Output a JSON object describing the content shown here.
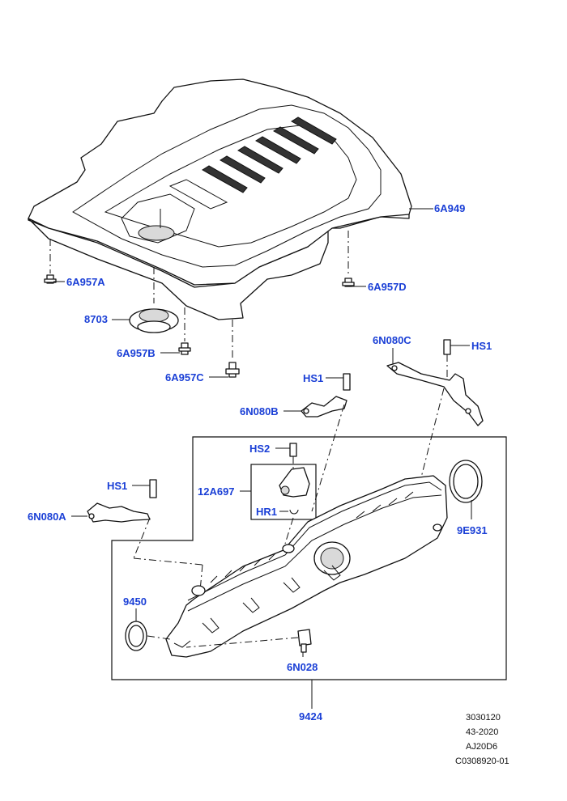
{
  "callouts": {
    "cover": "6A949",
    "bolt_a": "6A957A",
    "bolt_b": "6A957B",
    "bolt_c": "6A957C",
    "bolt_d": "6A957D",
    "grommet": "8703",
    "bracket_c": "6N080C",
    "bracket_b": "6N080B",
    "bracket_a": "6N080A",
    "hs1_c": "HS1",
    "hs1_b": "HS1",
    "hs1_a": "HS1",
    "hs2": "HS2",
    "sensor": "12A697",
    "hr1": "HR1",
    "seal_right": "9E931",
    "seal_left": "9450",
    "screw": "6N028",
    "manifold": "9424"
  },
  "reference": {
    "line1": "3030120",
    "line2": "43-2020",
    "line3": "AJ20D6",
    "line4": "C0308920-01"
  },
  "colors": {
    "callout": "#1a3fd6",
    "line": "#111111",
    "background": "#ffffff"
  }
}
